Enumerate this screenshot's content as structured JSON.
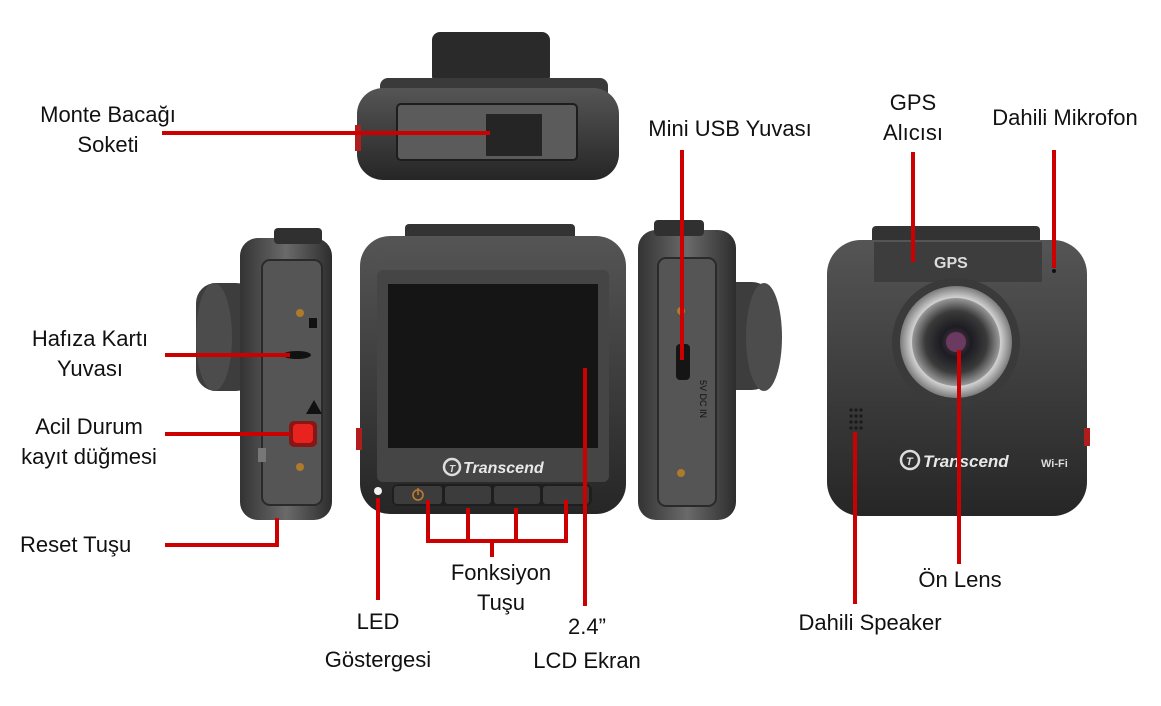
{
  "labels": {
    "monte_line1": "Monte Bacağı",
    "monte_line2": "Soketi",
    "hafiza_line1": "Hafıza Kartı",
    "hafiza_line2": "Yuvası",
    "acil_line1": "Acil Durum",
    "acil_line2": "kayıt düğmesi",
    "reset": "Reset Tuşu",
    "led_line1": "LED",
    "led_line2": "Göstergesi",
    "fonksiyon_line1": "Fonksiyon",
    "fonksiyon_line2": "Tuşu",
    "lcd_line1": "2.4”",
    "lcd_line2": "LCD Ekran",
    "usb": "Mini USB Yuvası",
    "gps_line1": "GPS",
    "gps_line2": "Alıcısı",
    "mikrofon": "Dahili Mikrofon",
    "lens": "Ön Lens",
    "speaker": "Dahili Speaker"
  },
  "device": {
    "brand": "Transcend",
    "gps_badge": "GPS",
    "wifi_badge": "Wi-Fi",
    "port_text": "5V DC IN"
  },
  "colors": {
    "leader_line": "#cc0000",
    "body_dark": "#2b2b2b",
    "body_mid": "#4a4a4a",
    "emergency_button": "#e8231f"
  },
  "icons": [
    "power-icon",
    "wifi-icon",
    "warning-icon",
    "sd-card-icon"
  ]
}
